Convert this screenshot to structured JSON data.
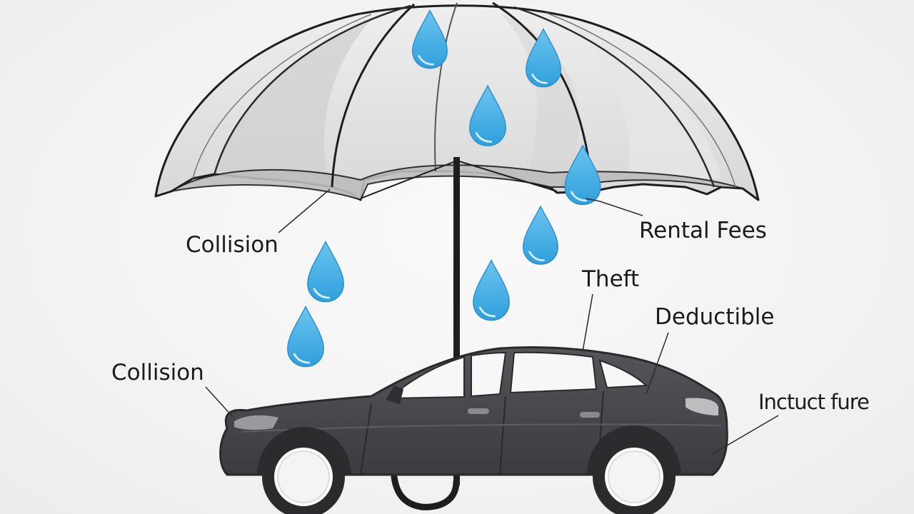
{
  "labels": {
    "collision_top": "Collision",
    "rental_fees": "Rental Fees",
    "theft": "Theft",
    "deductible": "Deductible",
    "collision_lower": "Collision",
    "insurance": "Inctuct fure"
  },
  "colors": {
    "background": "#f2f2f2",
    "canopy_light": "#ebebeb",
    "canopy_mid": "#dcdcdc",
    "canopy_dark": "#c8c8c8",
    "outline": "#1e1e1e",
    "car_body": "#4a4a4c",
    "car_dark": "#2f2f31",
    "window": "#fbfbfb",
    "raindrop": "#4fb3e6",
    "raindrop_highlight": "#bfe6f8",
    "text": "#1b1b1b"
  },
  "icons": {
    "umbrella": "umbrella-icon",
    "car": "car-icon",
    "raindrop": "raindrop-icon"
  }
}
